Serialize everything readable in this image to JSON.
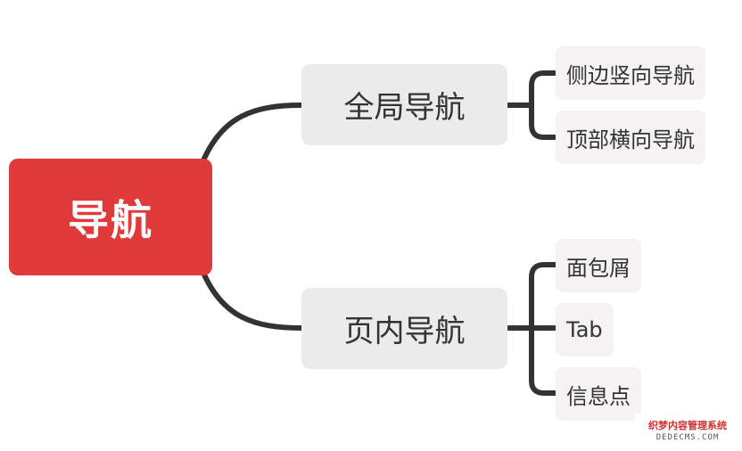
{
  "root": {
    "label": "导航"
  },
  "branches": [
    {
      "label": "全局导航",
      "children": [
        "侧边竖向导航",
        "顶部横向导航"
      ]
    },
    {
      "label": "页内导航",
      "children": [
        "面包屑",
        "Tab",
        "信息点"
      ]
    }
  ],
  "watermark": {
    "line1": "织梦内容管理系统",
    "line2": "DEDECMS.COM"
  },
  "colors": {
    "root_fill": "#e03a3a",
    "branch_fill": "#ebebeb",
    "leaf_fill": "#f4f2f2",
    "connector": "#333333",
    "text": "#333333"
  }
}
